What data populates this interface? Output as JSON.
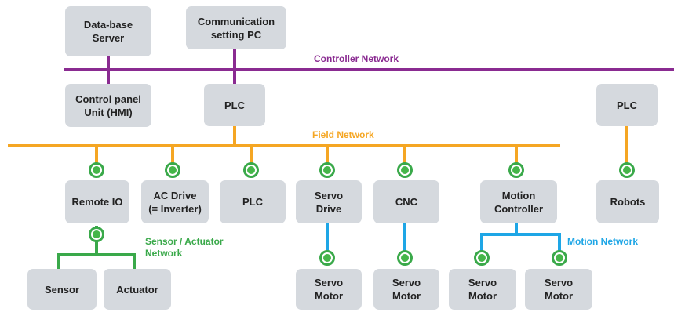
{
  "colors": {
    "controller_network": "#8a2b91",
    "field_network": "#f5a623",
    "sensor_network": "#3aa94a",
    "motion_network": "#1ea6e6",
    "box_fill": "#d5d9de"
  },
  "labels": {
    "controller_network": "Controller Network",
    "field_network": "Field Network",
    "sensor_network": "Sensor / Actuator\nNetwork",
    "motion_network": "Motion Network"
  },
  "boxes": {
    "database_server": "Data-base\nServer",
    "comm_pc": "Communication\nsetting PC",
    "control_panel": "Control panel\nUnit (HMI)",
    "plc_main": "PLC",
    "plc_right": "PLC",
    "remote_io": "Remote IO",
    "ac_drive": "AC Drive\n(= Inverter)",
    "plc_field": "PLC",
    "servo_drive": "Servo\nDrive",
    "cnc": "CNC",
    "motion_controller": "Motion\nController",
    "robots": "Robots",
    "sensor": "Sensor",
    "actuator": "Actuator",
    "servo_motor_1": "Servo\nMotor",
    "servo_motor_2": "Servo\nMotor",
    "servo_motor_3": "Servo\nMotor",
    "servo_motor_4": "Servo\nMotor"
  }
}
